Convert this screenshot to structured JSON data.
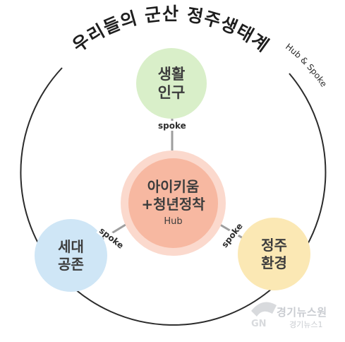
{
  "diagram": {
    "title": "우리들의 군산 정주생태계",
    "subtitle": "Hub & Spoke",
    "hub": {
      "line1": "아이키움",
      "line2": "+청년정착",
      "label": "Hub",
      "fill_color": "#f7b8a1",
      "ring_color": "#fbd9cd"
    },
    "spokes": [
      {
        "line1": "생활",
        "line2": "인구",
        "connector_label": "spoke",
        "fill_color": "#d9efc9"
      },
      {
        "line1": "세대",
        "line2": "공존",
        "connector_label": "spoke",
        "fill_color": "#cfe6f6"
      },
      {
        "line1": "정주",
        "line2": "환경",
        "connector_label": "spoke",
        "fill_color": "#fbe8b4"
      }
    ],
    "connector_color": "#9e9e9e",
    "outline_color": "#2b2b2b"
  },
  "watermark": {
    "logo_letters": "GN",
    "name": "경기뉴스원",
    "name_small": "경기뉴스1"
  }
}
